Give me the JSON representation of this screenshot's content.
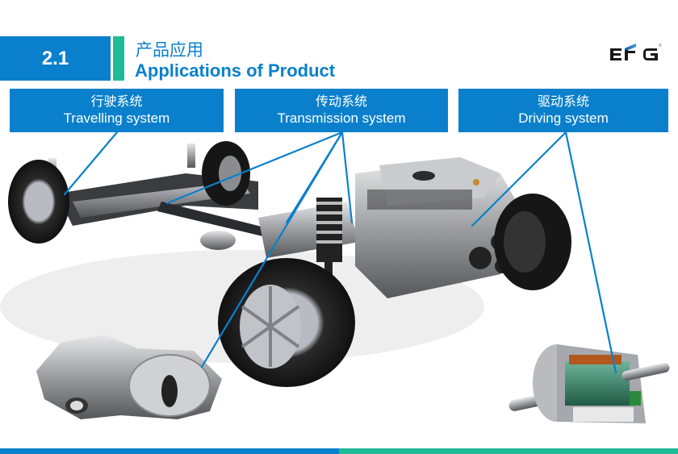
{
  "header": {
    "section_number": "2.1",
    "title_cn": "产品应用",
    "title_en": "Applications of Product",
    "logo_text": "EFG",
    "logo_mark": "®"
  },
  "labels": [
    {
      "cn": "行驶系统",
      "en": "Travelling system"
    },
    {
      "cn": "传动系统",
      "en": "Transmission system"
    },
    {
      "cn": "驱动系统",
      "en": "Driving system"
    }
  ],
  "images": {
    "main": "car-chassis-with-engine",
    "inset_left": "transfer-case-gearbox",
    "inset_right": "electric-motor-cutaway"
  },
  "colors": {
    "primary_blue": "#0a80cc",
    "accent_teal": "#1fba96",
    "text_white": "#ffffff"
  }
}
